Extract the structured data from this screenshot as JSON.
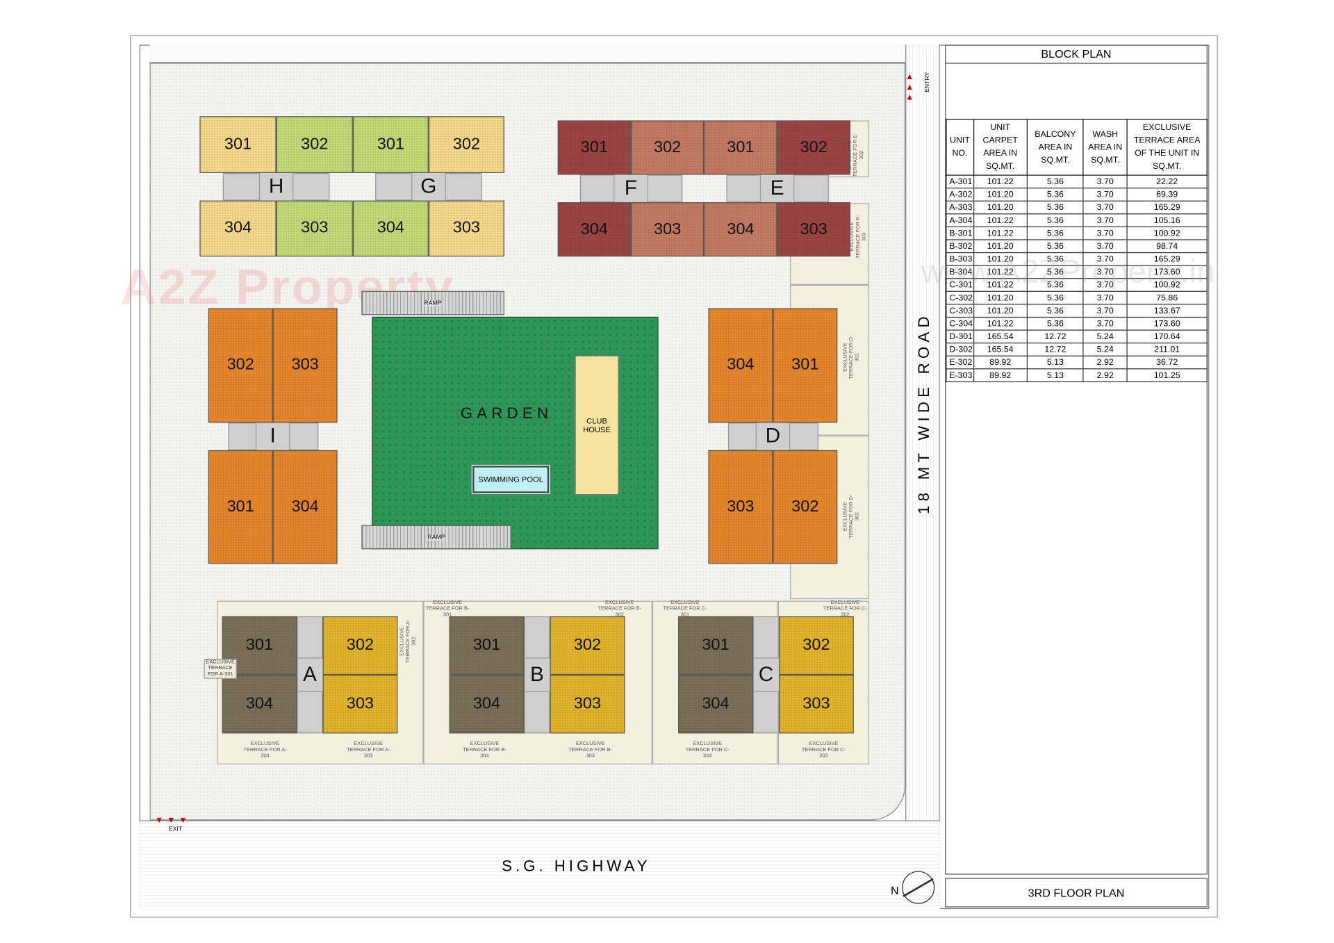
{
  "legend_panel": {
    "title": "BLOCK PLAN",
    "footer": "3RD FLOOR PLAN"
  },
  "table": {
    "headers": [
      "UNIT NO.",
      "UNIT CARPET AREA IN SQ.MT.",
      "BALCONY AREA IN SQ.MT.",
      "WASH AREA IN SQ.MT.",
      "EXCLUSIVE TERRACE AREA OF THE UNIT IN SQ.MT."
    ],
    "rows": [
      [
        "A-301",
        "101.22",
        "5.36",
        "3.70",
        "22.22"
      ],
      [
        "A-302",
        "101.20",
        "5.36",
        "3.70",
        "69.39"
      ],
      [
        "A-303",
        "101.20",
        "5.36",
        "3.70",
        "165.29"
      ],
      [
        "A-304",
        "101.22",
        "5.36",
        "3.70",
        "105.16"
      ],
      [
        "B-301",
        "101.22",
        "5.36",
        "3.70",
        "100.92"
      ],
      [
        "B-302",
        "101.20",
        "5.36",
        "3.70",
        "98.74"
      ],
      [
        "B-303",
        "101.20",
        "5.36",
        "3.70",
        "165.29"
      ],
      [
        "B-304",
        "101.22",
        "5.36",
        "3.70",
        "173.60"
      ],
      [
        "C-301",
        "101.22",
        "5.36",
        "3.70",
        "100.92"
      ],
      [
        "C-302",
        "101.20",
        "5.36",
        "3.70",
        "75.86"
      ],
      [
        "C-303",
        "101.20",
        "5.36",
        "3.70",
        "133.67"
      ],
      [
        "C-304",
        "101.22",
        "5.36",
        "3.70",
        "173.60"
      ],
      [
        "D-301",
        "165.54",
        "12.72",
        "5.24",
        "170.64"
      ],
      [
        "D-302",
        "165.54",
        "12.72",
        "5.24",
        "211.01"
      ],
      [
        "E-302",
        "89.92",
        "5.13",
        "2.92",
        "36.72"
      ],
      [
        "E-303",
        "89.92",
        "5.13",
        "2.92",
        "101.25"
      ]
    ]
  },
  "blocks": [
    {
      "letter": "H",
      "units": [
        "301",
        "302",
        "304",
        "303"
      ]
    },
    {
      "letter": "G",
      "units": [
        "301",
        "302",
        "304",
        "303"
      ]
    },
    {
      "letter": "F",
      "units": [
        "301",
        "302",
        "304",
        "303"
      ]
    },
    {
      "letter": "E",
      "units": [
        "301",
        "302",
        "304",
        "303"
      ]
    },
    {
      "letter": "I",
      "units": [
        "302",
        "303",
        "301",
        "304"
      ]
    },
    {
      "letter": "D",
      "units": [
        "304",
        "301",
        "303",
        "302"
      ]
    },
    {
      "letter": "A",
      "units": [
        "301",
        "302",
        "304",
        "303"
      ]
    },
    {
      "letter": "B",
      "units": [
        "301",
        "302",
        "304",
        "303"
      ]
    },
    {
      "letter": "C",
      "units": [
        "301",
        "302",
        "304",
        "303"
      ]
    }
  ],
  "colors": {
    "yellow": "#f4d98a",
    "green": "#c2d977",
    "dark_red": "#9c4444",
    "light_red": "#c47a62",
    "orange": "#e5862c",
    "olive": "#7b6f57",
    "gold": "#e2b42c",
    "garden": "#2e9558",
    "core": "#cfcfcf"
  },
  "site": {
    "garden": "GARDEN",
    "club_house": "CLUB HOUSE",
    "swimming_pool": "SWIMMING POOL",
    "ramp_top": "RAMP",
    "ramp_bottom": "RAMP",
    "entry": "ENTRY",
    "exit": "EXIT",
    "highway": "S.G. HIGHWAY",
    "road": "18 MT WIDE ROAD",
    "north": "N"
  },
  "terrace_labels": [
    "EXCLUSIVE TERRACE FOR E-302",
    "EXCLUSIVE TERRACE FOR E-303",
    "EXCLUSIVE TERRACE FOR D-301",
    "EXCLUSIVE TERRACE FOR D-302",
    "EXCLUSIVE TERRACE FOR B-301",
    "EXCLUSIVE TERRACE FOR B-302",
    "EXCLUSIVE TERRACE FOR C-301",
    "EXCLUSIVE TERRACE FOR C-302",
    "EXCLUSIVE TERRACE FOR A-302",
    "EXCLUSIVE TERRACE FOR A-301",
    "EXCLUSIVE TERRACE FOR A-304",
    "EXCLUSIVE TERRACE FOR A-303",
    "EXCLUSIVE TERRACE FOR B-304",
    "EXCLUSIVE TERRACE FOR B-303",
    "EXCLUSIVE TERRACE FOR C-304",
    "EXCLUSIVE TERRACE FOR C-303"
  ],
  "watermark": {
    "logo": "A2Z Property",
    "url": "www.A2ZProperty.in"
  }
}
